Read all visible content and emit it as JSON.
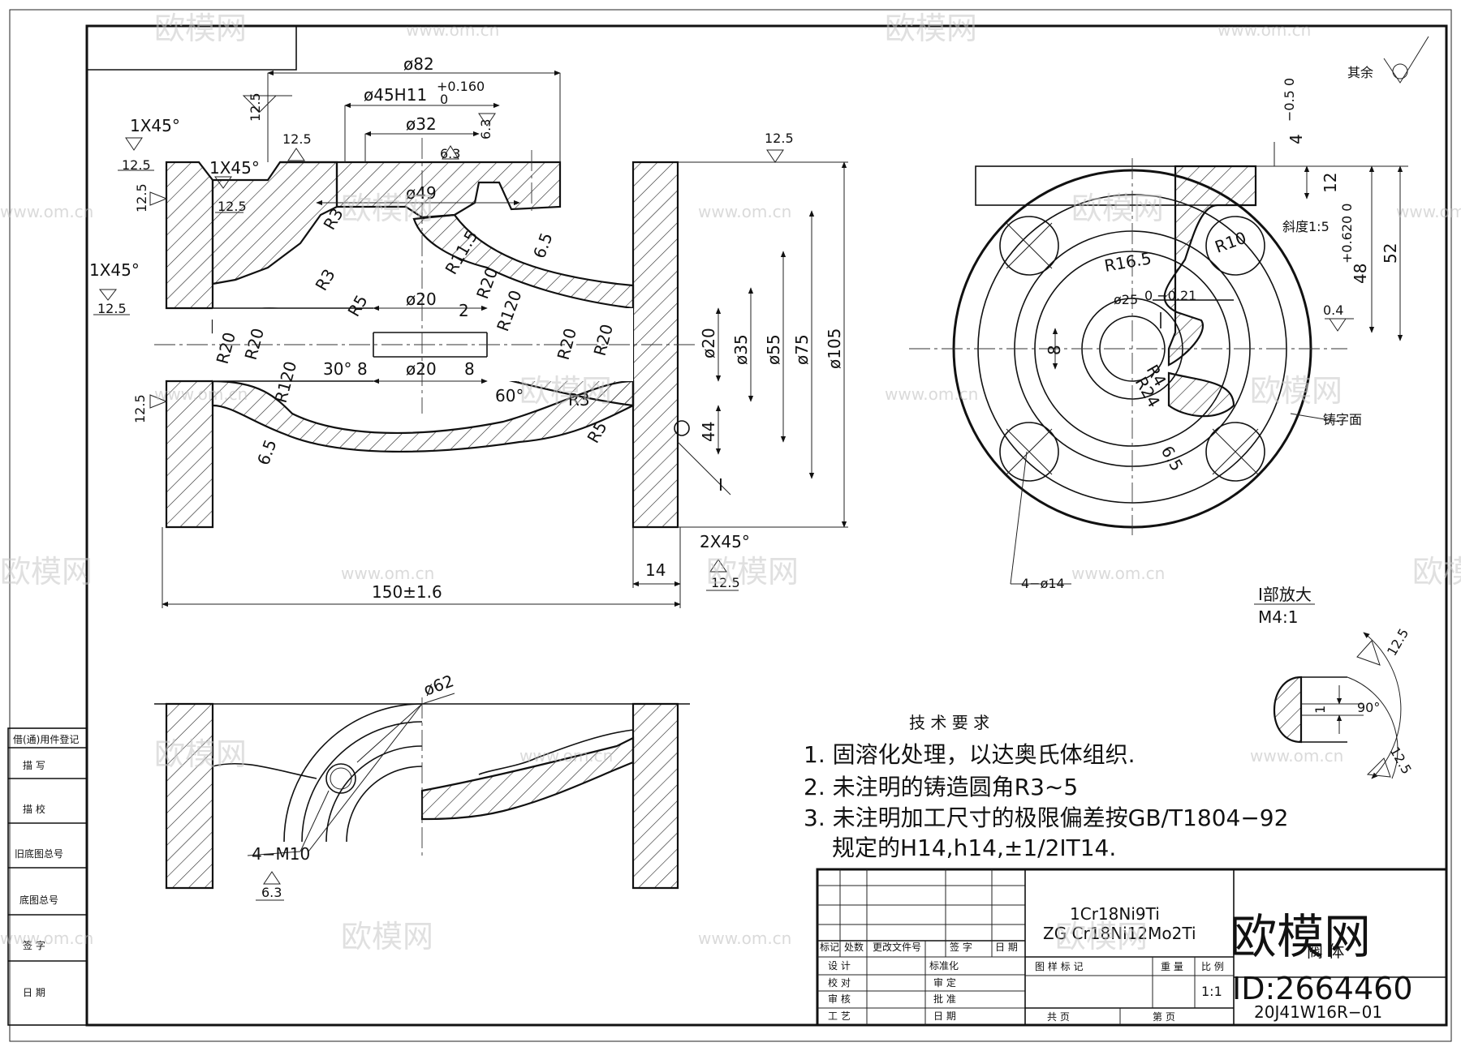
{
  "dimensions": {
    "d82": "ø82",
    "d45h11": "ø45H11",
    "tol_up": "+0.160",
    "tol_low": "0",
    "d32": "ø32",
    "d49": "ø49",
    "d20_top": "ø20",
    "d20_mid": "ø20",
    "d20_right": "ø20",
    "d35": "ø35",
    "d55": "ø55",
    "d75": "ø75",
    "d105": "ø105",
    "d62": "ø62",
    "d25": "ø25",
    "d25_tol": "0 −0.21",
    "len150": "150±1.6",
    "c1x45_a": "1X45°",
    "c1x45_b": "1X45°",
    "c1x45_c": "1X45°",
    "c2x45": "2X45°",
    "r3_a": "R3",
    "r3_b": "R3",
    "r3_c": "R3",
    "r5_a": "R5",
    "r5_b": "R5",
    "r20_a": "R20",
    "r20_b": "R20",
    "r20_c": "R20",
    "r20_d": "R20",
    "r20_e": "R20",
    "r11_5": "R11.5",
    "r120_a": "R120",
    "r120_b": "R120",
    "r16_5": "R16.5",
    "r10": "R10",
    "r24": "R24",
    "r4": "R4",
    "t6_5_a": "6.5",
    "t6_5_b": "6.5",
    "t6_5_c": "6.5",
    "n8_a": "8",
    "n8_b": "8",
    "n8_side": "8",
    "n2": "2",
    "n14": "14",
    "n44": "44",
    "n12": "12",
    "n52": "52",
    "n48": "48",
    "n48_tol": "+0.620 0",
    "n4": "4",
    "n4_tol": "−0.5 0",
    "n1": "1",
    "ang30": "30°",
    "ang60": "60°",
    "ang90": "90°",
    "holes": "4−ø14",
    "m10": "4−M10",
    "slope": "斜度1:5",
    "cast_face": "铸字面",
    "rest": "其余",
    "detail_title": "Ⅰ部放大",
    "detail_scale": "M4:1",
    "detail_mark": "Ⅰ"
  },
  "roughness": {
    "r12_5": "12.5",
    "r6_3": "6.3",
    "r0_4": "0.4"
  },
  "notes": {
    "title": "技 术 要 求",
    "line1": "1. 固溶化处理，以达奥氏体组织.",
    "line2": "2. 未注明的铸造圆角R3∼5",
    "line3": "3. 未注明加工尺寸的极限偏差按GB/T1804−92",
    "line4": "规定的H14,h14,±1/2IT14."
  },
  "title_block": {
    "material1": "1Cr18Ni9Ti",
    "material2": "ZG Cr18Ni12Mo2Ti",
    "labels_row": [
      "标记",
      "处数",
      "更改文件号",
      "签 字",
      "日 期"
    ],
    "design": "设 计",
    "standard": "标准化",
    "check": "校 对",
    "review": "审 定",
    "audit": "审 核",
    "approve": "批 准",
    "process": "工 艺",
    "date": "日 期",
    "stage_mark": "图 样 标 记",
    "weight": "重 量",
    "scale_label": "比 例",
    "scale": "1:1",
    "total_pages": "共  页",
    "page_no": "第  页",
    "part_name": "阀 体",
    "drawing_no": "20J41W16R−01"
  },
  "side_table": {
    "r1": "借(通)用件登记",
    "r2": "描 写",
    "r3": "描 校",
    "r4": "旧底图总号",
    "r5": "底图总号",
    "r6": "签 字",
    "r7": "日 期"
  },
  "watermark": {
    "brand": "欧模网",
    "url": "www.om.cn",
    "id": "ID:2664460"
  }
}
